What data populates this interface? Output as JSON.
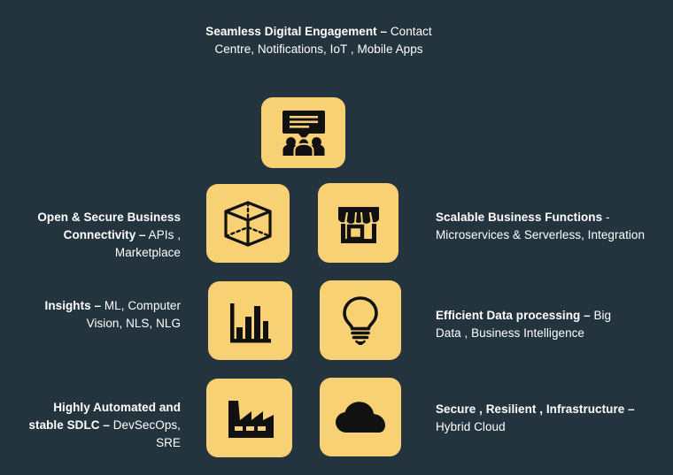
{
  "theme": {
    "background": "#24343F",
    "tile": "#F9D175",
    "icon": "#111111",
    "text": "#FFFFFF"
  },
  "captions": {
    "engagement": {
      "strong": "Seamless Digital Engagement –",
      "rest": " Contact Centre, Notifications, IoT , Mobile Apps"
    },
    "connectivity": {
      "strong": "Open & Secure Business Connectivity –",
      "rest": " APIs , Marketplace"
    },
    "scalable": {
      "strong": "Scalable Business Functions",
      "rest": " - Microservices & Serverless, Integration"
    },
    "insights": {
      "strong": "Insights –",
      "rest": " ML, Computer Vision, NLS, NLG"
    },
    "data_processing": {
      "strong": "Efficient Data processing –",
      "rest": " Big Data , Business Intelligence"
    },
    "sdlc": {
      "strong": "Highly Automated and stable SDLC –",
      "rest": " DevSecOps, SRE"
    },
    "infrastructure": {
      "strong": "Secure , Resilient , Infrastructure –",
      "rest": " Hybrid Cloud"
    }
  },
  "icons": {
    "engagement": "speech-bubble-people-icon",
    "connectivity": "wireframe-cube-icon",
    "scalable": "storefront-icon",
    "insights": "bar-chart-icon",
    "data_processing": "lightbulb-icon",
    "sdlc": "factory-icon",
    "infrastructure": "cloud-icon"
  }
}
